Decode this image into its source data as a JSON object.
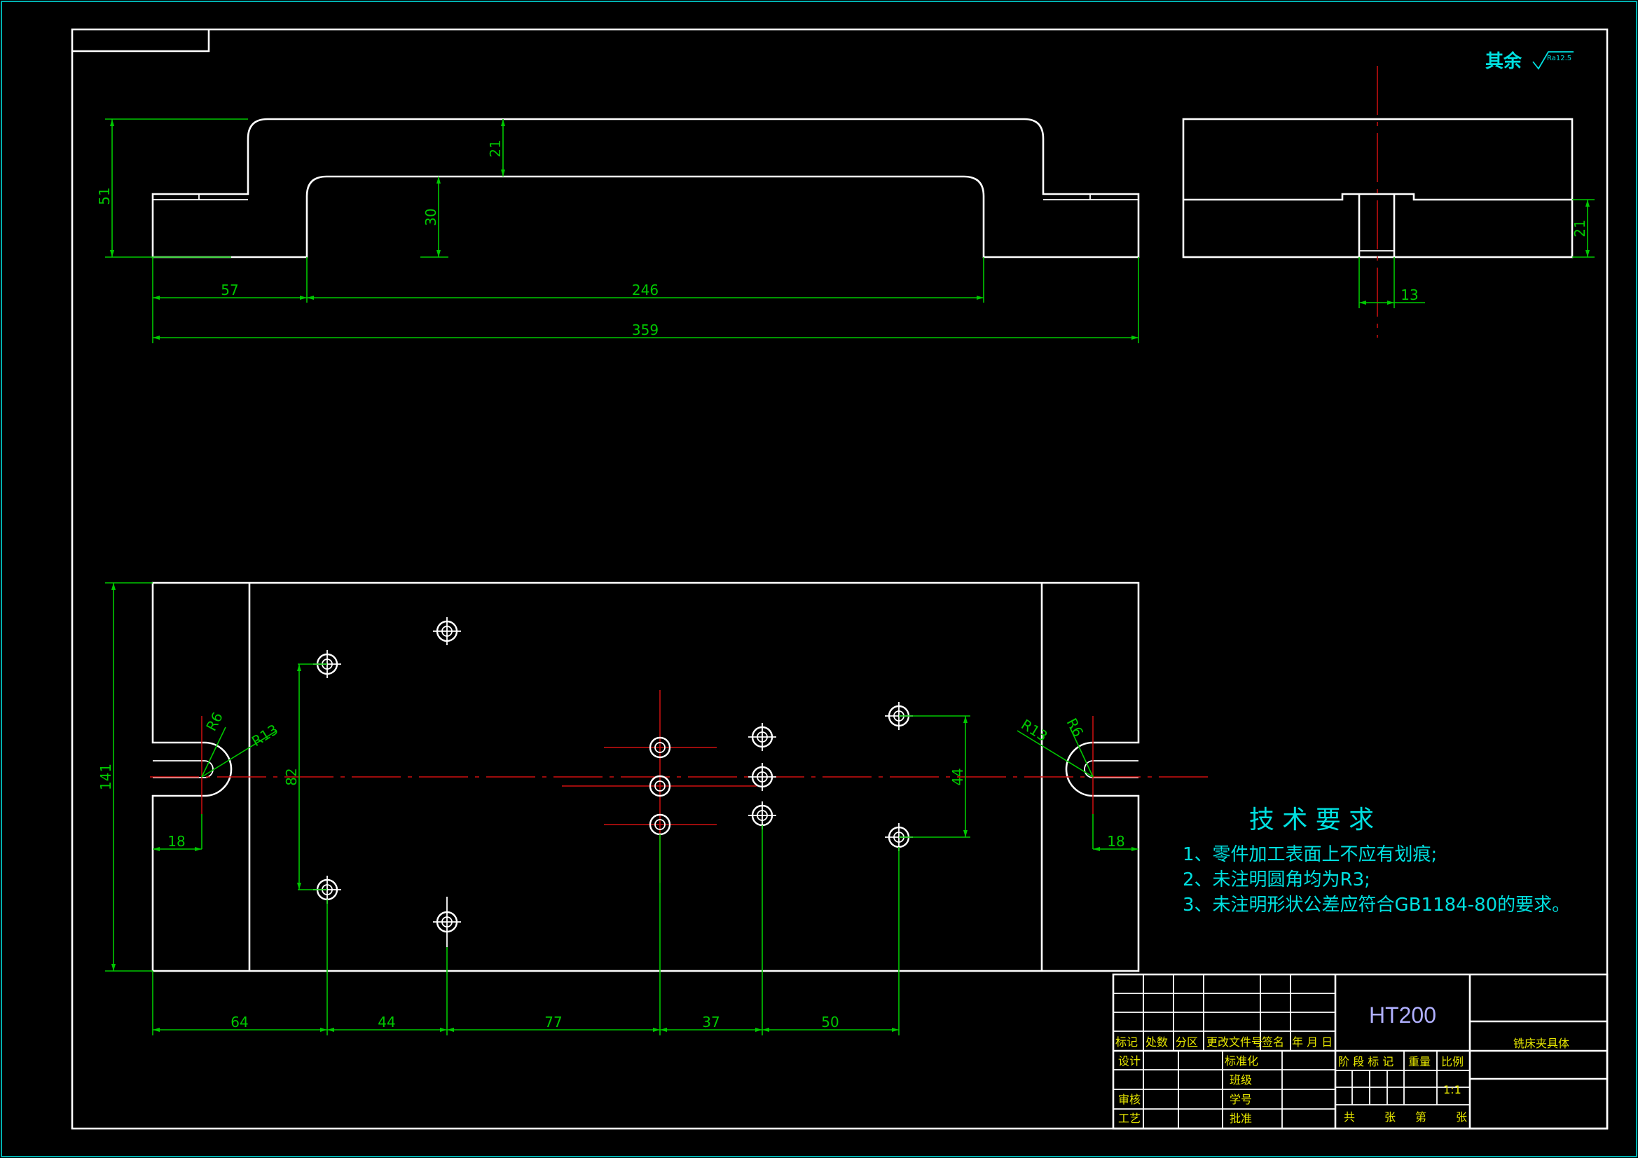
{
  "roughness": {
    "label": "其余",
    "value": "Ra12.5"
  },
  "dims_front": {
    "d51": "51",
    "d21": "21",
    "d30": "30",
    "d57": "57",
    "d246": "246",
    "d359": "359"
  },
  "dims_side": {
    "d21": "21",
    "d13": "13"
  },
  "dims_plan": {
    "d141": "141",
    "d82": "82",
    "d44v": "44",
    "r6a": "R6",
    "r13a": "R13",
    "r6b": "R6",
    "r13b": "R13",
    "d18a": "18",
    "d18b": "18",
    "d64": "64",
    "d44": "44",
    "d77": "77",
    "d37": "37",
    "d50": "50"
  },
  "tech_req": {
    "title": "技 术 要 求",
    "items": [
      "1、零件加工表面上不应有划痕;",
      "2、未注明圆角均为R3;",
      "3、未注明形状公差应符合GB1184-80的要求。"
    ]
  },
  "title_block": {
    "material": "HT200",
    "part_name": "铣床夹具体",
    "row_labels": [
      "标记",
      "处数",
      "分区",
      "更改文件号",
      "签名",
      "年 月 日"
    ],
    "design": "设计",
    "standard": "标准化",
    "class": "班级",
    "student_id": "学号",
    "review": "审核",
    "process": "工艺",
    "approve": "批准",
    "stage_label": "阶 段 标 记",
    "weight": "重量",
    "scale": "比例",
    "scale_value": "1:1",
    "total": "共",
    "sheets": "张",
    "sheet_no": "第",
    "sheet_unit": "张"
  }
}
